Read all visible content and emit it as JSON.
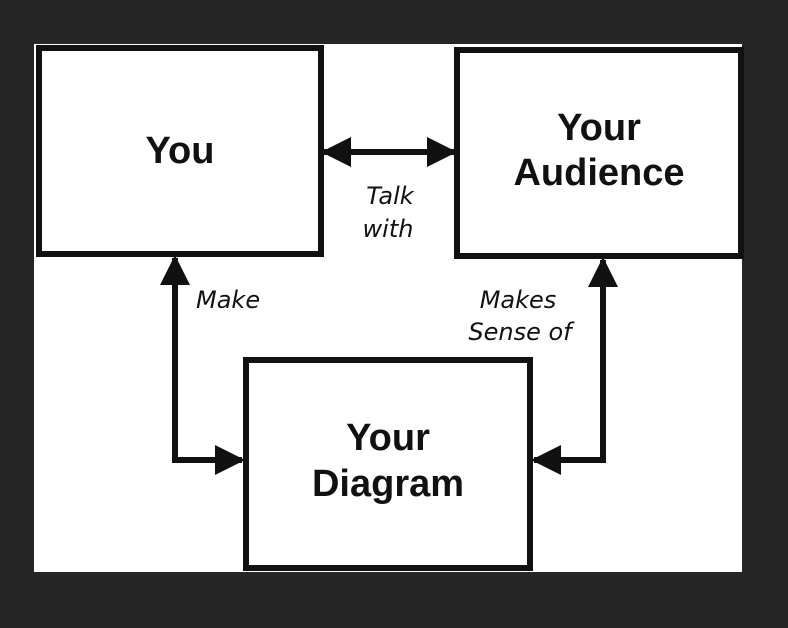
{
  "colors": {
    "background": "#262626",
    "canvas": "#ffffff",
    "stroke": "#111111"
  },
  "nodes": {
    "you": {
      "label": "You"
    },
    "audience": {
      "line1": "Your",
      "line2": "Audience"
    },
    "diagram": {
      "line1": "Your",
      "line2": "Diagram"
    }
  },
  "edges": {
    "you_audience": {
      "line1": "Talk",
      "line2": "with",
      "direction": "bidirectional"
    },
    "you_diagram": {
      "label": "Make",
      "direction": "bidirectional"
    },
    "audience_diagram": {
      "line1": "Makes",
      "line2": "Sense of",
      "direction": "bidirectional"
    }
  }
}
